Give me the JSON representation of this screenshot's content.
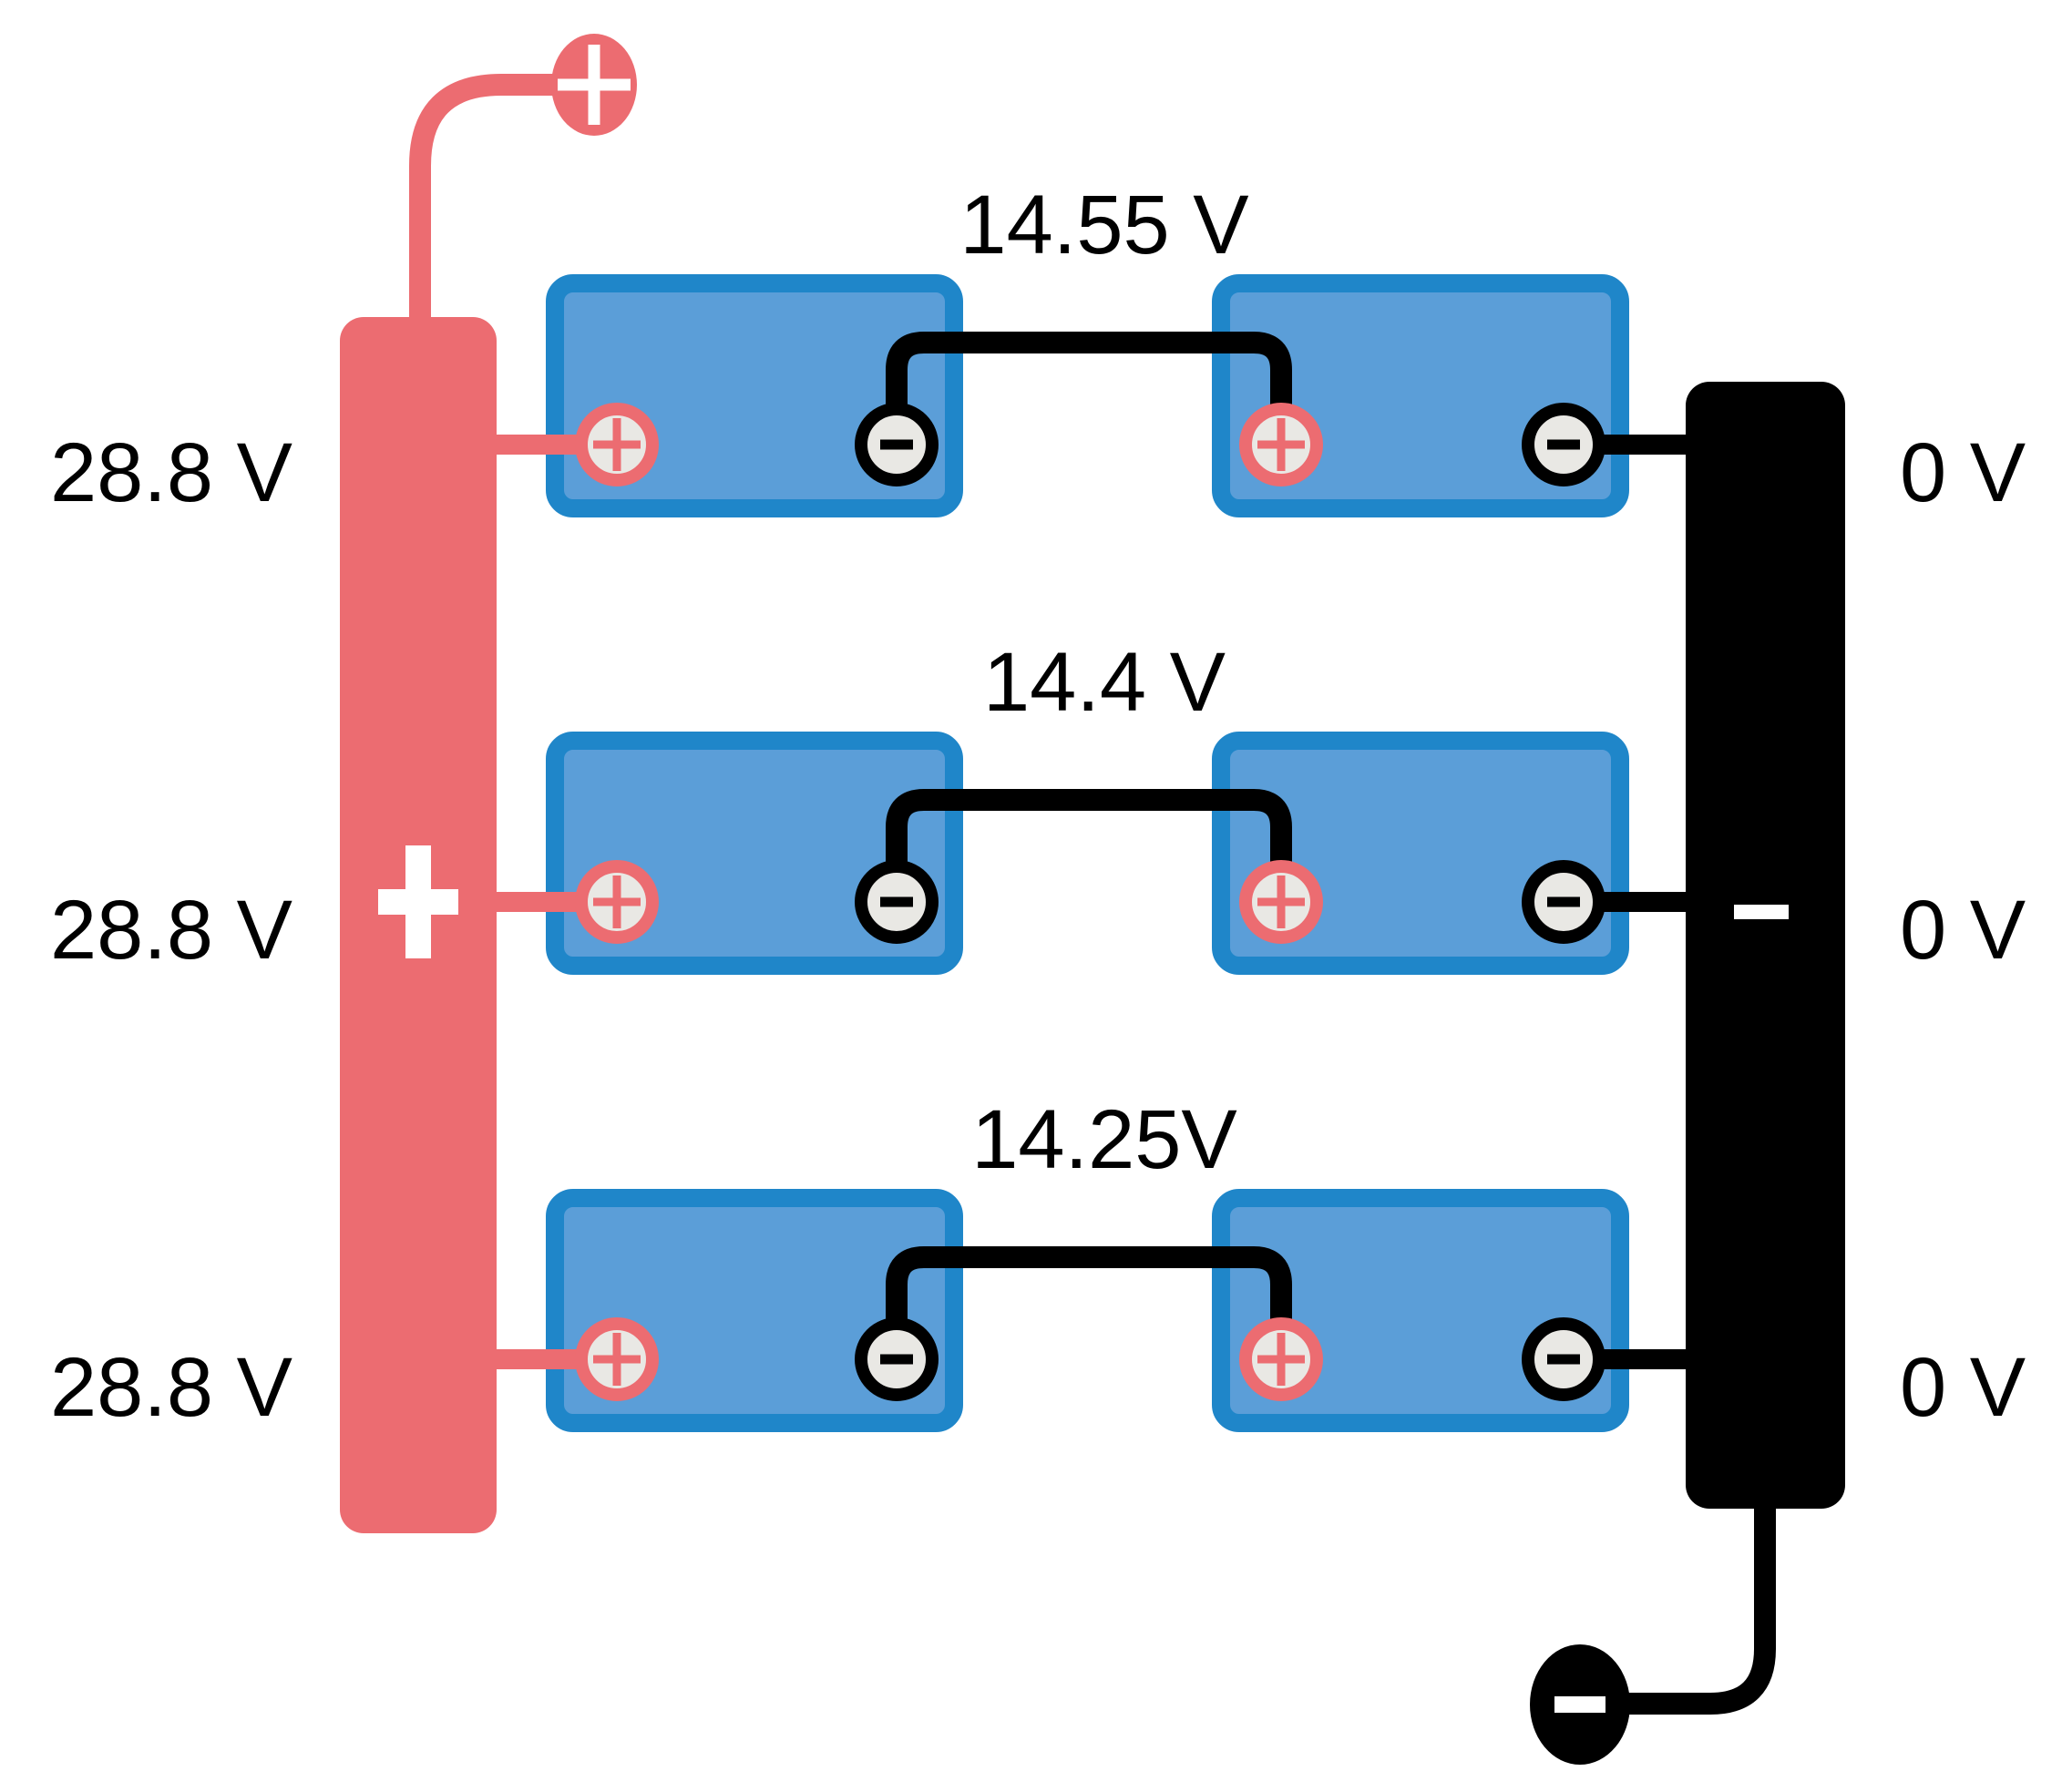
{
  "diagram": {
    "type": "battery-bank-wiring",
    "description": "Three parallel strings of two series batteries between a positive and a negative bus bar"
  },
  "bus_bars": {
    "positive": {
      "symbol": "+",
      "color": "#ec6c71"
    },
    "negative": {
      "symbol": "−",
      "color": "#000000"
    }
  },
  "pack_terminals": {
    "positive": {
      "symbol": "+",
      "color": "#ec6c71"
    },
    "negative": {
      "symbol": "−",
      "color": "#000000"
    }
  },
  "battery": {
    "positive_terminal_symbol": "+",
    "negative_terminal_symbol": "−"
  },
  "rows": [
    {
      "left_voltage": "28.8 V",
      "mid_voltage": "14.55 V",
      "right_voltage": "0 V"
    },
    {
      "left_voltage": "28.8 V",
      "mid_voltage": "14.4 V",
      "right_voltage": "0 V"
    },
    {
      "left_voltage": "28.8 V",
      "mid_voltage": "14.25V",
      "right_voltage": "0 V"
    }
  ],
  "colors": {
    "battery_border": "#1f86c9",
    "battery_fill": "#5b9ed8",
    "positive_accent": "#ec6c71",
    "negative_accent": "#000000",
    "terminal_fill": "#e9e8e4",
    "label_text": "#000000"
  }
}
